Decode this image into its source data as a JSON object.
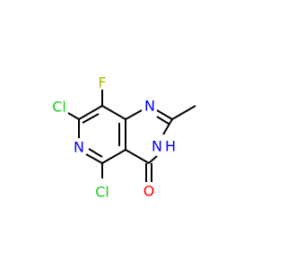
{
  "molecule": {
    "atoms": {
      "F": {
        "symbol": "F",
        "color": "#b3b300"
      },
      "Cl7": {
        "symbol": "Cl",
        "color": "#1ec81e"
      },
      "Cl5": {
        "symbol": "Cl",
        "color": "#1ec81e"
      },
      "N1": {
        "symbol": "N",
        "color": "#0000ff"
      },
      "N3": {
        "symbol": "N",
        "color": "#0000ff"
      },
      "H3": {
        "symbol": "H",
        "color": "#0000ff"
      },
      "N6": {
        "symbol": "N",
        "color": "#0000ff"
      },
      "O4": {
        "symbol": "O",
        "color": "#ff0000"
      }
    },
    "bond_color": "#000000"
  }
}
